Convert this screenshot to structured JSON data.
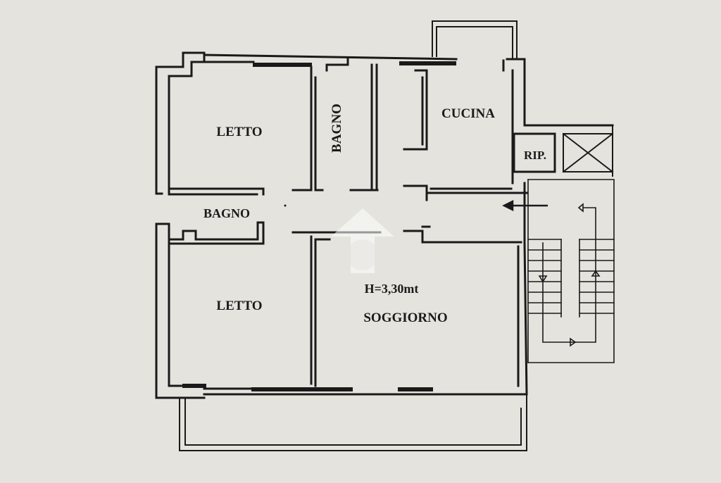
{
  "plan": {
    "rooms": {
      "bedroom_top": "LETTO",
      "bathroom_top": "BAGNO",
      "kitchen": "CUCINA",
      "storage": "RIP.",
      "bathroom_middle": "BAGNO",
      "bedroom_bottom": "LETTO",
      "living_height": "H=3,30mt",
      "living_room": "SOGGIORNO"
    },
    "colors": {
      "paper": "#e4e3dd",
      "ink": "#1a1a1a",
      "watermark": "#ffffff"
    }
  }
}
